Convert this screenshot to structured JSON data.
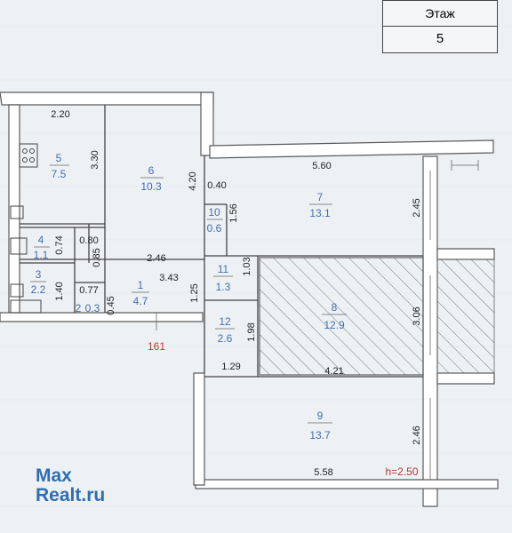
{
  "floor_label": "Этаж",
  "floor_value": "5",
  "rooms": [
    {
      "id": "room-5",
      "number": "5",
      "area": "7.5"
    },
    {
      "id": "room-6",
      "number": "6",
      "area": "10.3"
    },
    {
      "id": "room-7",
      "number": "7",
      "area": "13.1"
    },
    {
      "id": "room-10",
      "number": "10",
      "area": "0.6"
    },
    {
      "id": "room-4",
      "number": "4",
      "area": "1.1"
    },
    {
      "id": "room-3",
      "number": "3",
      "area": "2.2"
    },
    {
      "id": "room-2",
      "number": "2",
      "area": "0.3"
    },
    {
      "id": "room-1",
      "number": "1",
      "area": "4.7"
    },
    {
      "id": "room-11",
      "number": "11",
      "area": "1.3"
    },
    {
      "id": "room-12",
      "number": "12",
      "area": "2.6"
    },
    {
      "id": "room-8",
      "number": "8",
      "area": "12.9"
    },
    {
      "id": "room-9",
      "number": "9",
      "area": "13.7"
    }
  ],
  "dimensions": [
    "2.20",
    "3.30",
    "4.20",
    "5.60",
    "0.40",
    "1.56",
    "2.45",
    "0.74",
    "0.80",
    "0.85",
    "2.46",
    "3.43",
    "1.25",
    "1.03",
    "1.40",
    "0.77",
    "0.45",
    "1.98",
    "3.06",
    "1.29",
    "4.21",
    "2.46",
    "5.58"
  ],
  "corridor_code": "161",
  "ceiling_height": "h=2.50",
  "watermark_line1": "Max",
  "watermark_line2a": "Realt",
  "watermark_line2b": ".ru"
}
